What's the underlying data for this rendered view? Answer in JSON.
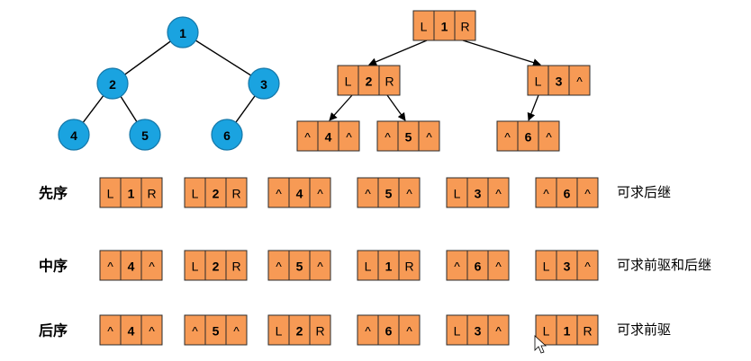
{
  "tree": {
    "nodes": [
      "1",
      "2",
      "3",
      "4",
      "5",
      "6"
    ],
    "edges": [
      [
        "1",
        "2"
      ],
      [
        "1",
        "3"
      ],
      [
        "2",
        "4"
      ],
      [
        "2",
        "5"
      ],
      [
        "3",
        "6"
      ]
    ]
  },
  "linked_tree": {
    "nodes": [
      {
        "left": "L",
        "value": "1",
        "right": "R"
      },
      {
        "left": "L",
        "value": "2",
        "right": "R"
      },
      {
        "left": "L",
        "value": "3",
        "right": "^"
      },
      {
        "left": "^",
        "value": "4",
        "right": "^"
      },
      {
        "left": "^",
        "value": "5",
        "right": "^"
      },
      {
        "left": "^",
        "value": "6",
        "right": "^"
      }
    ]
  },
  "traversals": [
    {
      "label": "先序",
      "note": "可求后继",
      "nodes": [
        {
          "left": "L",
          "value": "1",
          "right": "R"
        },
        {
          "left": "L",
          "value": "2",
          "right": "R"
        },
        {
          "left": "^",
          "value": "4",
          "right": "^"
        },
        {
          "left": "^",
          "value": "5",
          "right": "^"
        },
        {
          "left": "L",
          "value": "3",
          "right": "^"
        },
        {
          "left": "^",
          "value": "6",
          "right": "^"
        }
      ]
    },
    {
      "label": "中序",
      "note": "可求前驱和后继",
      "nodes": [
        {
          "left": "^",
          "value": "4",
          "right": "^"
        },
        {
          "left": "L",
          "value": "2",
          "right": "R"
        },
        {
          "left": "^",
          "value": "5",
          "right": "^"
        },
        {
          "left": "L",
          "value": "1",
          "right": "R"
        },
        {
          "left": "^",
          "value": "6",
          "right": "^"
        },
        {
          "left": "L",
          "value": "3",
          "right": "^"
        }
      ]
    },
    {
      "label": "后序",
      "note": "可求前驱",
      "nodes": [
        {
          "left": "^",
          "value": "4",
          "right": "^"
        },
        {
          "left": "^",
          "value": "5",
          "right": "^"
        },
        {
          "left": "L",
          "value": "2",
          "right": "R"
        },
        {
          "left": "^",
          "value": "6",
          "right": "^"
        },
        {
          "left": "L",
          "value": "3",
          "right": "^"
        },
        {
          "left": "L",
          "value": "1",
          "right": "R"
        }
      ]
    }
  ],
  "colors": {
    "circle_fill": "#1aa3e0",
    "box_fill": "#f79a55",
    "box_border": "#2b2b2b"
  },
  "icons": {
    "cursor": "mouse-pointer-icon"
  }
}
